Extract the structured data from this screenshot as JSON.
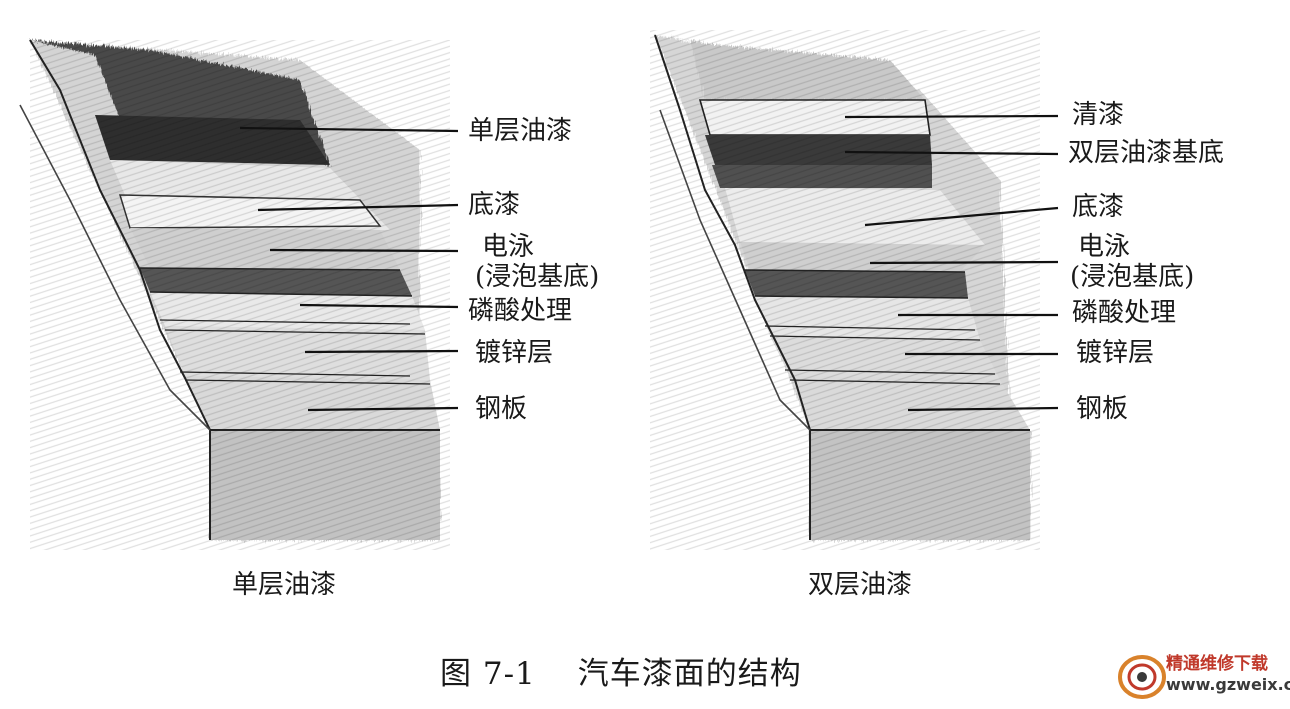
{
  "figure": {
    "caption_number": "图 7-1",
    "caption_title": "汽车漆面的结构"
  },
  "single_layer": {
    "title": "单层油漆",
    "labels": [
      "单层油漆",
      "底漆",
      "电泳",
      "(浸泡基底)",
      "磷酸处理",
      "镀锌层",
      "钢板"
    ]
  },
  "double_layer": {
    "title": "双层油漆",
    "labels": [
      "清漆",
      "双层油漆基底",
      "底漆",
      "电泳",
      "(浸泡基底)",
      "磷酸处理",
      "镀锌层",
      "钢板"
    ]
  },
  "watermark": {
    "title": "精通维修下载",
    "url": "www.gzweix.com"
  }
}
